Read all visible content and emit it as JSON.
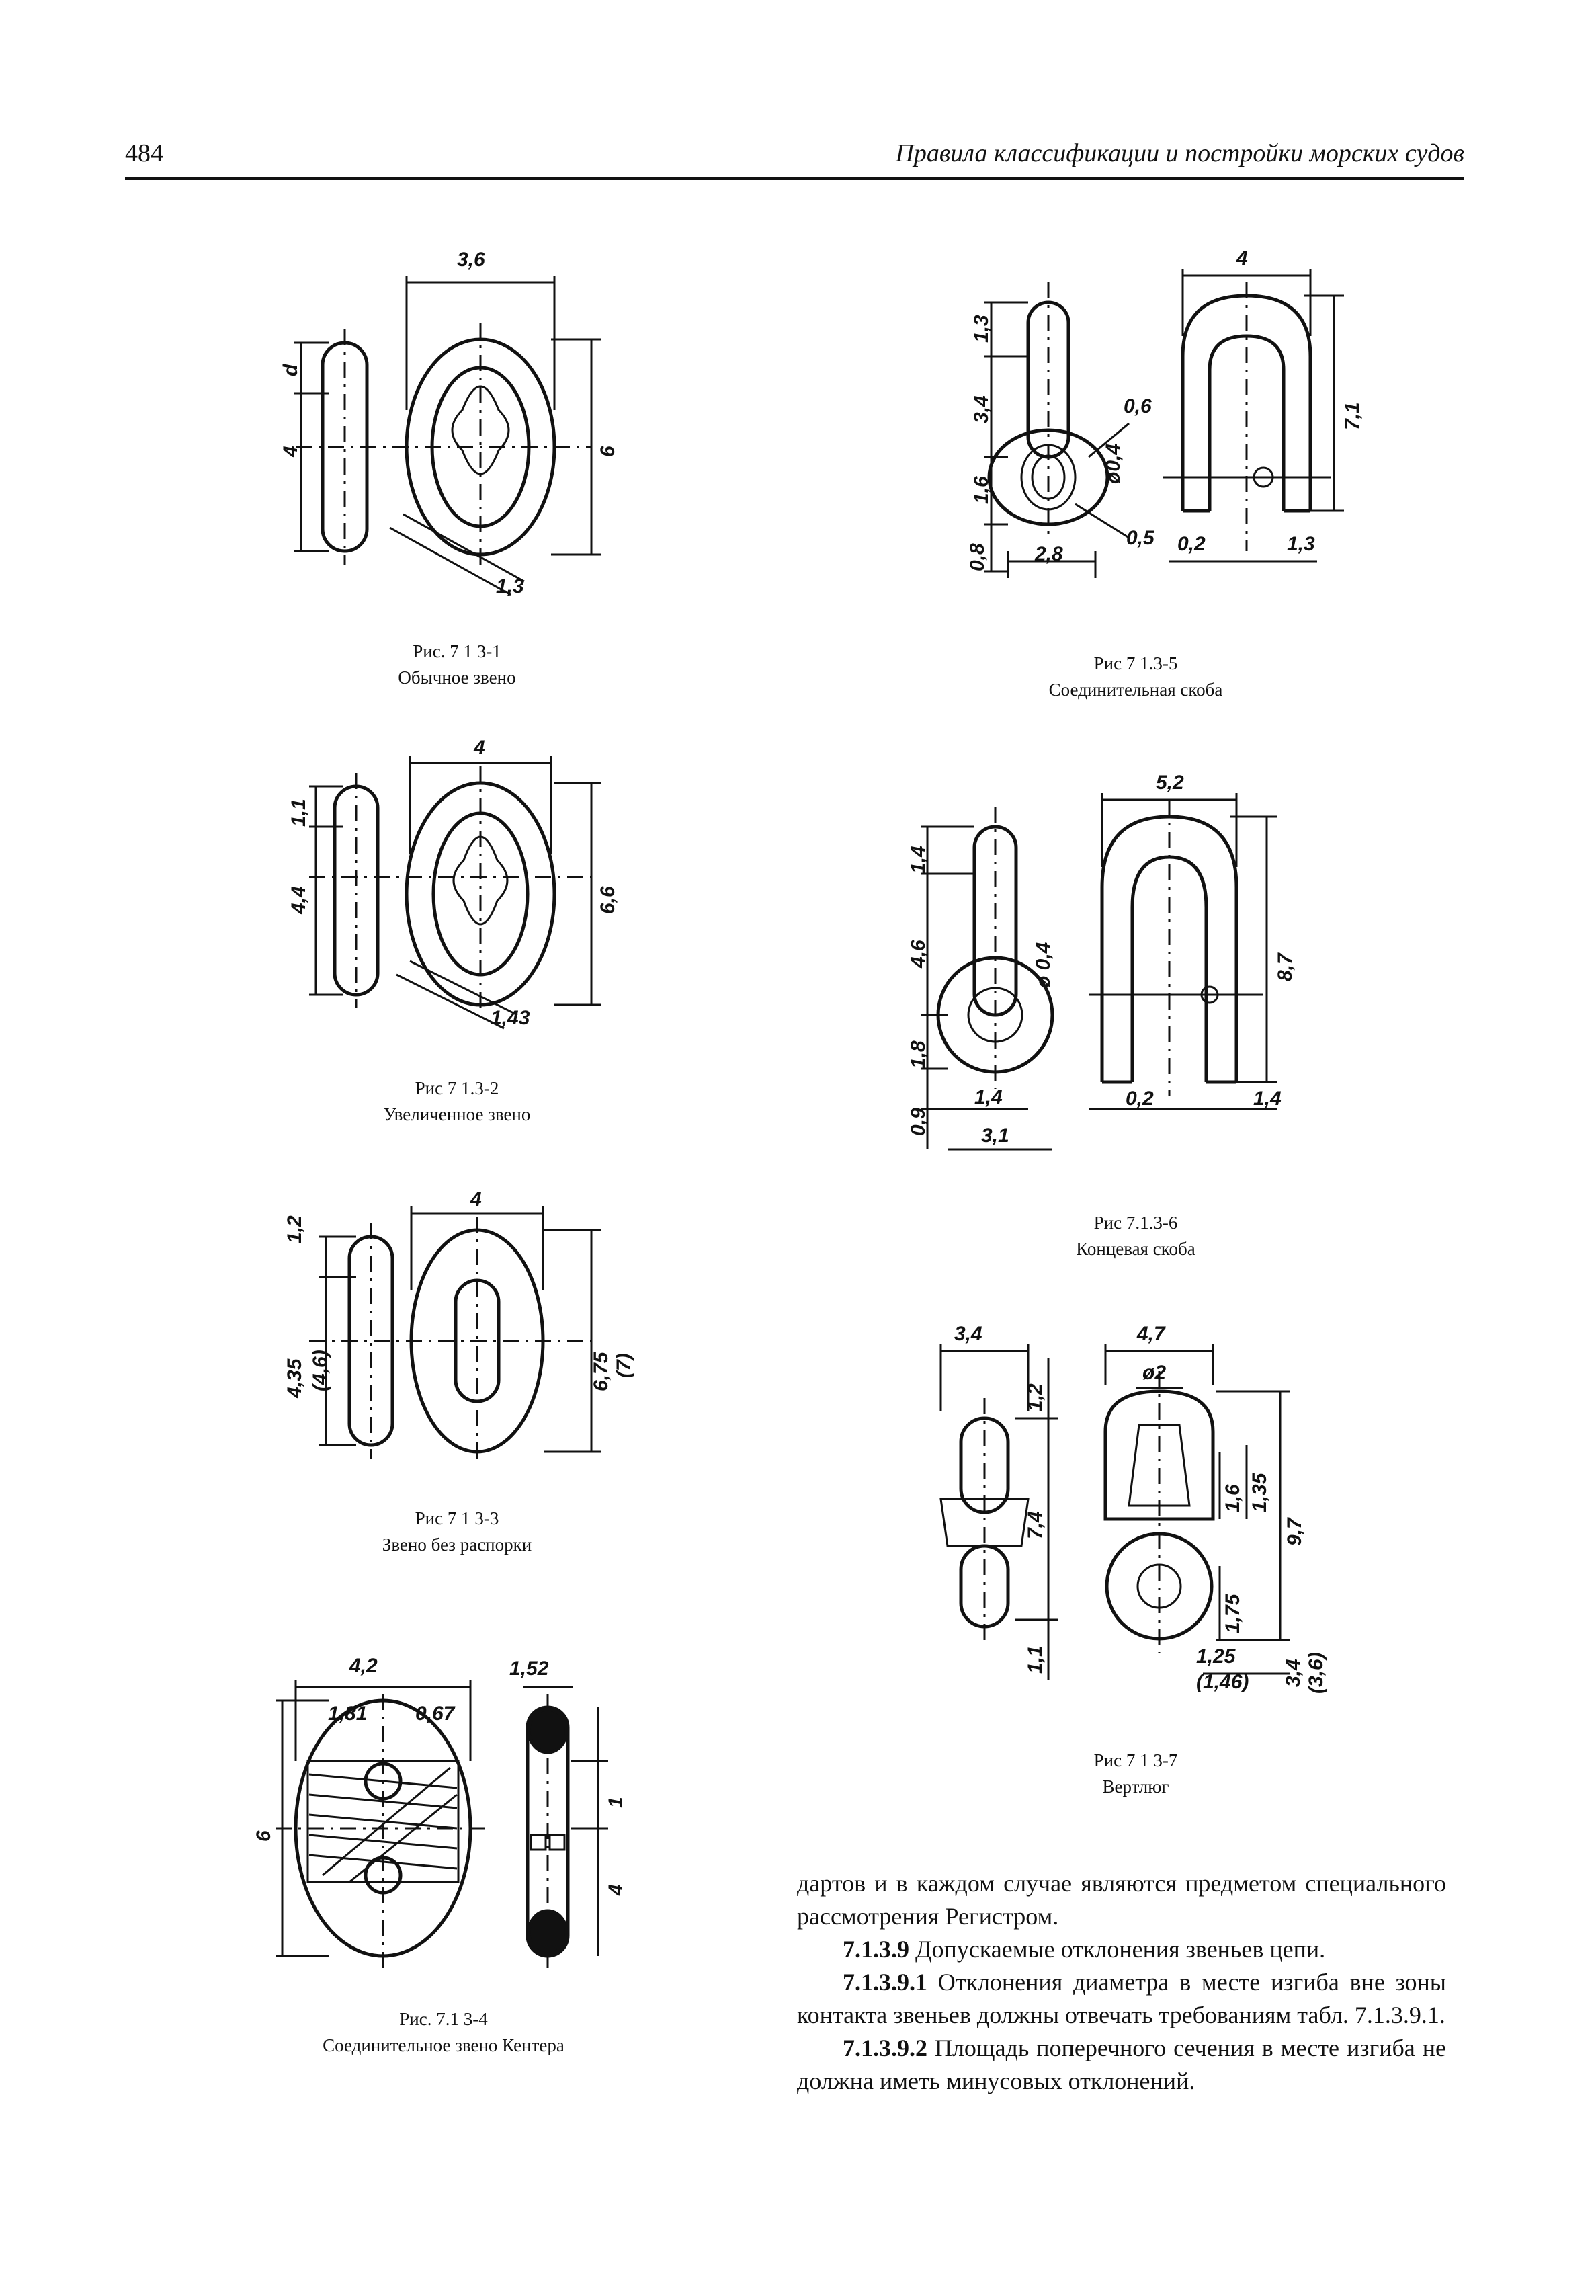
{
  "header": {
    "page_number": "484",
    "running_title": "Правила классификации и постройки морских судов"
  },
  "figures": [
    {
      "id": "fig-1",
      "number": "Рис. 7 1 3-1",
      "title": "Обычное звено",
      "dims": [
        "3,6",
        "d",
        "4",
        "6",
        "1,3"
      ]
    },
    {
      "id": "fig-2",
      "number": "Рис 7 1.3-2",
      "title": "Увеличенное звено",
      "dims": [
        "4",
        "1,1",
        "4,4",
        "6,6",
        "1,43"
      ]
    },
    {
      "id": "fig-3",
      "number": "Рис 7 1 3-3",
      "title": "Звено без распорки",
      "dims": [
        "4",
        "1,2",
        "4,35",
        "(4,6)",
        "6,75",
        "(7)"
      ]
    },
    {
      "id": "fig-4",
      "number": "Рис. 7.1 3-4",
      "title": "Соединительное звено Кентера",
      "dims": [
        "4,2",
        "1,52",
        "0,67",
        "1,81",
        "6",
        "1",
        "4"
      ]
    },
    {
      "id": "fig-5",
      "number": "Рис 7 1.3-5",
      "title": "Соединительная скоба",
      "dims": [
        "4",
        "1,3",
        "3,4",
        "1,6",
        "0,8",
        "2,8",
        "0,6",
        "ø0,4",
        "0,5",
        "7,1",
        "0,2",
        "1,3"
      ]
    },
    {
      "id": "fig-6",
      "number": "Рис 7.1.3-6",
      "title": "Концевая скоба",
      "dims": [
        "5,2",
        "1,4",
        "4,6",
        "ø 0,4",
        "1,8",
        "0,9",
        "1,4",
        "3,1",
        "8,7",
        "0,2",
        "1,4"
      ]
    },
    {
      "id": "fig-7",
      "number": "Рис 7 1 3-7",
      "title": "Вертлюг",
      "dims": [
        "3,4",
        "1,2",
        "7,4",
        "1,1",
        "4,7",
        "ø2",
        "1,6",
        "1,35",
        "9,7",
        "1,75",
        "1,25",
        "(1,46)",
        "3,4",
        "(3,6)"
      ]
    }
  ],
  "body": {
    "p1": "дартов и в каждом случае являются предметом специального рассмотрения Регистром.",
    "p2_num": "7.1.3.9",
    "p2_text": " Допускаемые отклонения звеньев цепи.",
    "p3_num": "7.1.3.9.1",
    "p3_text": " Отклонения диаметра в месте изгиба вне зоны контакта звеньев должны отвечать требованиям табл. 7.1.3.9.1.",
    "p4_num": "7.1.3.9.2",
    "p4_text": " Площадь поперечного сечения в месте изгиба не должна иметь минусовых отклонений."
  }
}
